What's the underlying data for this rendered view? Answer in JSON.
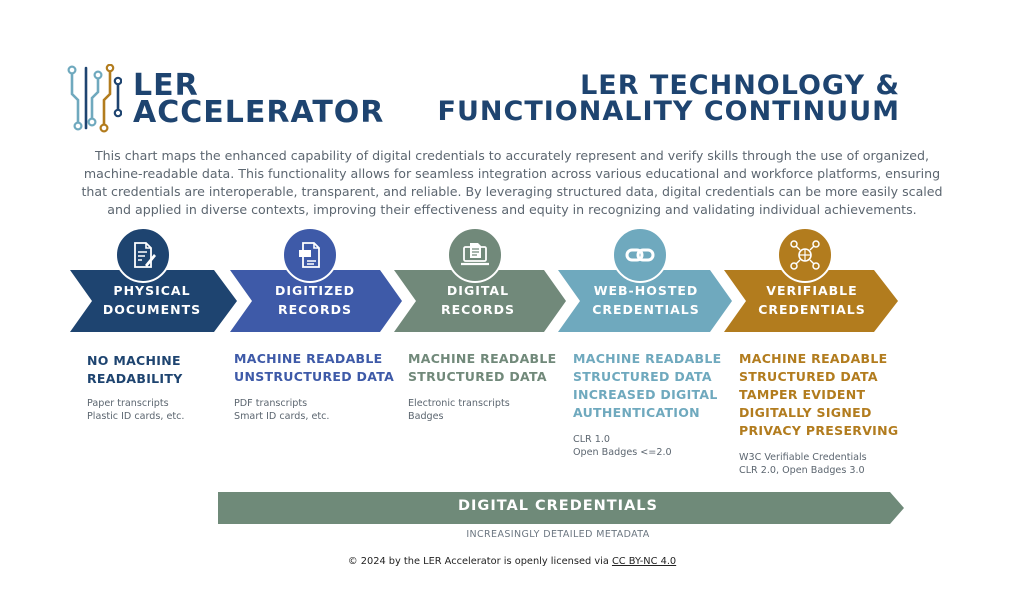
{
  "logo": {
    "line1": "LER",
    "line2": "ACCELERATOR"
  },
  "title": {
    "line1": "LER TECHNOLOGY &",
    "line2": "FUNCTIONALITY CONTINUUM"
  },
  "intro": "This chart maps the enhanced capability of digital credentials to accurately represent and verify skills through the use of organized, machine-readable data. This functionality allows for seamless integration across various educational and workforce platforms, ensuring that credentials are interoperable, transparent, and reliable. By leveraging structured data, digital credentials can be more easily scaled and applied in diverse contexts, improving their effectiveness and equity in recognizing and validating individual achievements.",
  "colors": {
    "navy": "#1e4470",
    "blue": "#3e5aa8",
    "sage": "#71897a",
    "teal": "#6fa9be",
    "gold": "#b27c1e",
    "bottom_arrow": "#6f8a79"
  },
  "stages": [
    {
      "icon": "document-signature-icon",
      "label_line1": "PHYSICAL",
      "label_line2": "DOCUMENTS",
      "headline": [
        "NO MACHINE",
        "READABILITY"
      ],
      "examples": [
        "Paper transcripts",
        "Plastic ID cards, etc."
      ]
    },
    {
      "icon": "pdf-file-icon",
      "label_line1": "DIGITIZED",
      "label_line2": "RECORDS",
      "headline": [
        "MACHINE READABLE",
        "UNSTRUCTURED DATA"
      ],
      "examples": [
        "PDF transcripts",
        "Smart ID cards, etc."
      ]
    },
    {
      "icon": "laptop-document-icon",
      "label_line1": "DIGITAL",
      "label_line2": "RECORDS",
      "headline": [
        "MACHINE READABLE",
        "STRUCTURED DATA"
      ],
      "examples": [
        "Electronic transcripts",
        "Badges"
      ]
    },
    {
      "icon": "link-icon",
      "label_line1": "WEB-HOSTED",
      "label_line2": "CREDENTIALS",
      "headline": [
        "MACHINE READABLE",
        "STRUCTURED DATA",
        "INCREASED DIGITAL",
        "AUTHENTICATION"
      ],
      "examples": [
        "CLR 1.0",
        "Open Badges <=2.0"
      ]
    },
    {
      "icon": "network-globe-icon",
      "label_line1": "VERIFIABLE",
      "label_line2": "CREDENTIALS",
      "headline": [
        "MACHINE READABLE",
        "STRUCTURED DATA",
        "TAMPER EVIDENT",
        "DIGITALLY SIGNED",
        "PRIVACY PRESERVING"
      ],
      "examples": [
        "W3C Verifiable Credentials",
        "CLR 2.0, Open Badges 3.0"
      ]
    }
  ],
  "bottom_arrow": {
    "label": "DIGITAL CREDENTIALS",
    "sublabel": "INCREASINGLY DETAILED METADATA"
  },
  "footer": {
    "prefix": "© 2024 by the LER Accelerator is openly licensed via ",
    "link": "CC BY-NC 4.0"
  }
}
